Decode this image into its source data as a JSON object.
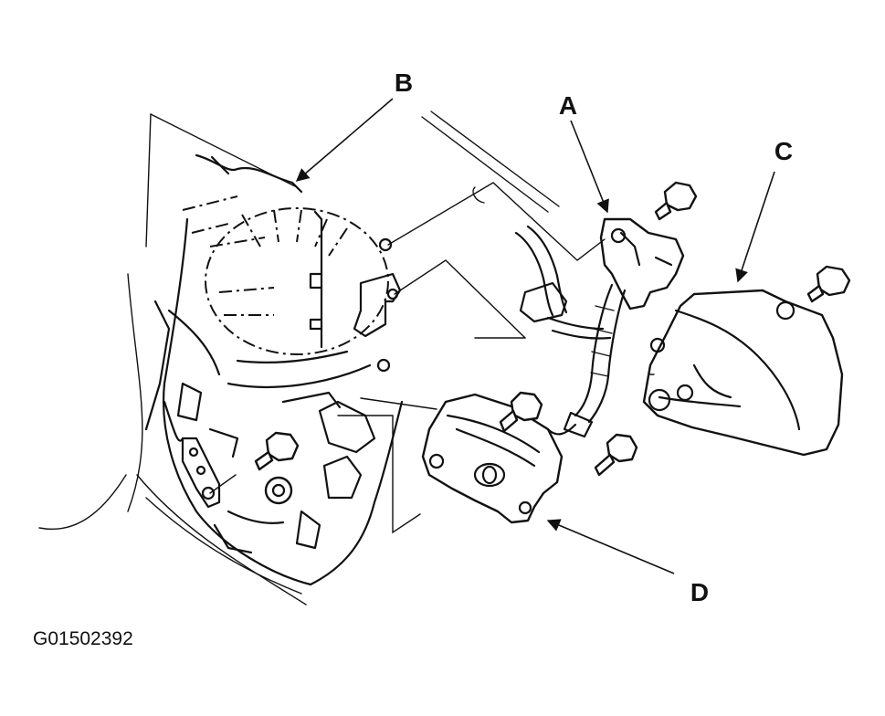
{
  "diagram": {
    "callouts": {
      "a": "A",
      "b": "B",
      "c": "C",
      "d": "D"
    },
    "figure_id": "G01502392"
  }
}
